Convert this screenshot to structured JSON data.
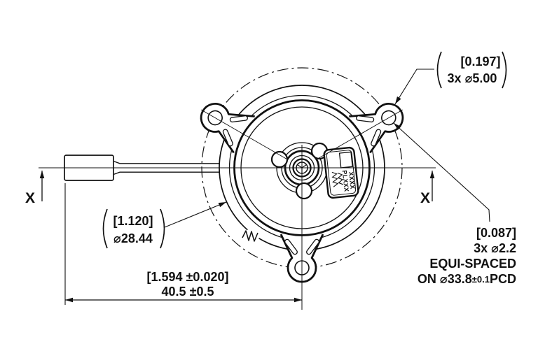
{
  "drawing": {
    "annotations": {
      "tab_od": {
        "inches": "[0.197]",
        "metric": "3x ⌀5.00"
      },
      "body_od": {
        "inches": "[1.120]",
        "metric": "⌀28.44"
      },
      "overall": {
        "inches": "[1.594 ±0.020]",
        "metric": "40.5 ±0.5"
      },
      "pcd": {
        "inches": "[0.087]",
        "metric": "3x ⌀2.2",
        "spacing": "EQUI-SPACED",
        "pcd_pre": "ON ⌀33.8",
        "pcd_tol": "±0.1",
        "pcd_post": "PCD"
      },
      "section_marker_left": "X",
      "section_marker_right": "X"
    },
    "sticker": {
      "col1": "PLXXX",
      "col2": "XXXX"
    },
    "colors": {
      "line": "#111111",
      "background": "#ffffff"
    }
  }
}
